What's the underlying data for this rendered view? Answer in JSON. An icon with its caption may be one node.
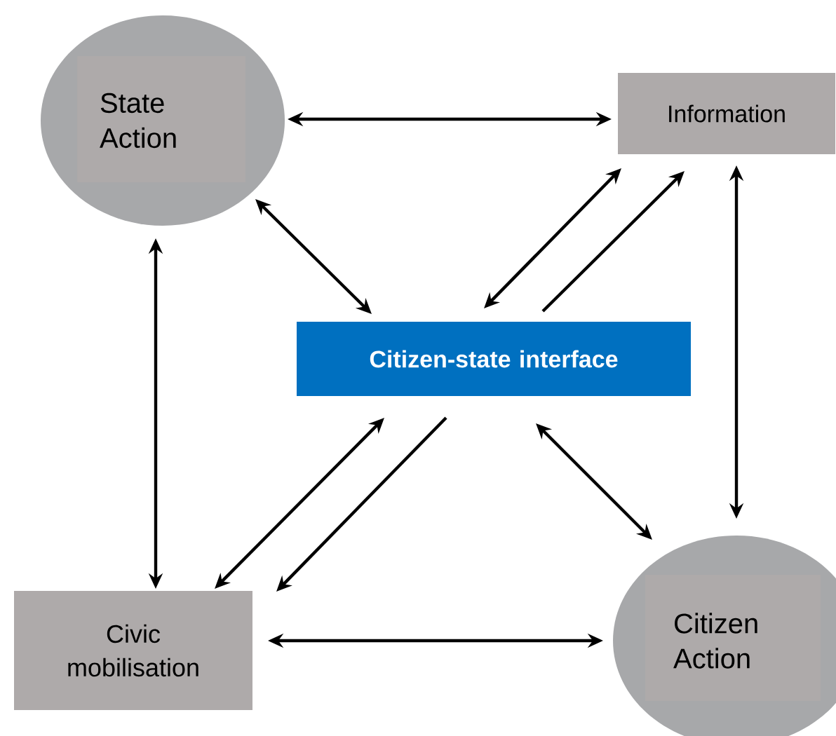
{
  "diagram": {
    "nodes": [
      {
        "text": [
          "State Action"
        ]
      },
      {
        "text": [
          "Information"
        ]
      },
      {
        "text": [
          "Citizen-state interface"
        ]
      },
      {
        "text": [
          "Civic mobilisation"
        ]
      },
      {
        "text": [
          "Citizen Action"
        ]
      }
    ],
    "edges": [
      {
        "from": 0,
        "to": 1,
        "arrow": "both"
      },
      {
        "from": 0,
        "to": 2,
        "arrow": "both"
      },
      {
        "from": 2,
        "to": 1,
        "arrow": "both"
      },
      {
        "from": 2,
        "to": 1,
        "arrow": "to"
      },
      {
        "from": 1,
        "to": 4,
        "arrow": "both"
      },
      {
        "from": 0,
        "to": 3,
        "arrow": "both"
      },
      {
        "from": 3,
        "to": 2,
        "arrow": "both"
      },
      {
        "from": 2,
        "to": 3,
        "arrow": "to"
      },
      {
        "from": 2,
        "to": 4,
        "arrow": "both"
      },
      {
        "from": 3,
        "to": 4,
        "arrow": "both"
      }
    ]
  }
}
